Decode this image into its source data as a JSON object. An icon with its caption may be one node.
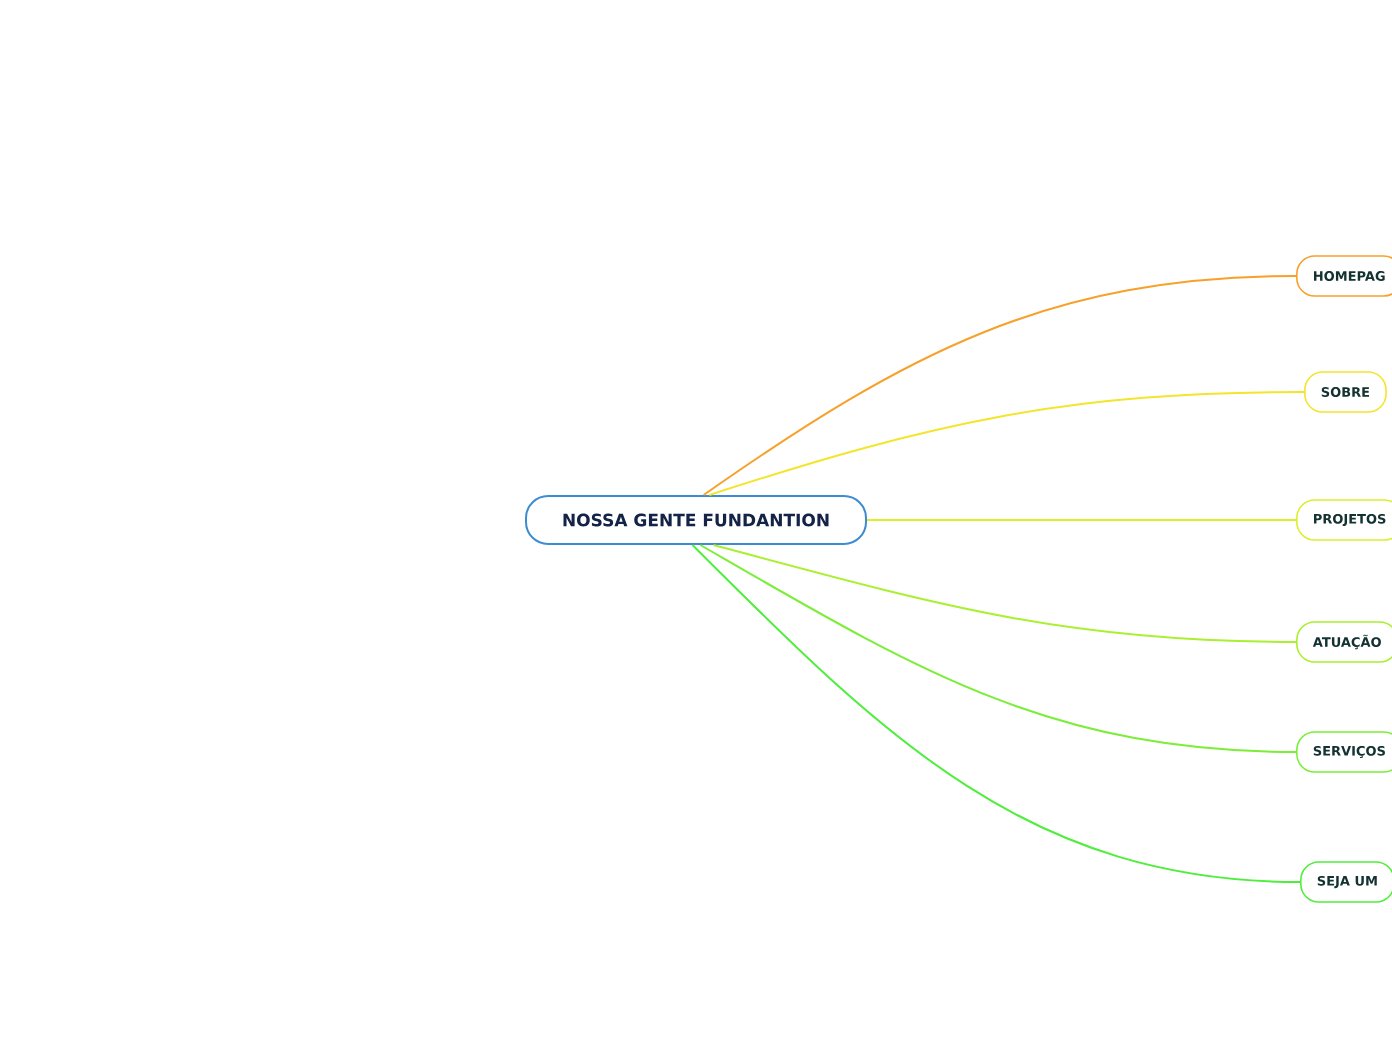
{
  "diagram": {
    "nodes": [
      {
        "text": [
          "NOSSA GENTE FUNDANTION"
        ]
      },
      {
        "text": [
          "HOMEPAG"
        ]
      },
      {
        "text": [
          "SOBRE"
        ]
      },
      {
        "text": [
          "PROJETOS"
        ]
      },
      {
        "text": [
          "ATUAÇÃO"
        ]
      },
      {
        "text": [
          "SERVIÇOS"
        ]
      },
      {
        "text": [
          "SEJA UM"
        ]
      }
    ],
    "edges": [
      {
        "from": 0,
        "to": 1,
        "arrow": "none",
        "color": "#f7a02a"
      },
      {
        "from": 0,
        "to": 2,
        "arrow": "none",
        "color": "#f2e52c"
      },
      {
        "from": 0,
        "to": 3,
        "arrow": "none",
        "color": "#d9f02a"
      },
      {
        "from": 0,
        "to": 4,
        "arrow": "none",
        "color": "#a8f030"
      },
      {
        "from": 0,
        "to": 5,
        "arrow": "none",
        "color": "#7aee38"
      },
      {
        "from": 0,
        "to": 6,
        "arrow": "none",
        "color": "#4fee3c"
      }
    ]
  }
}
